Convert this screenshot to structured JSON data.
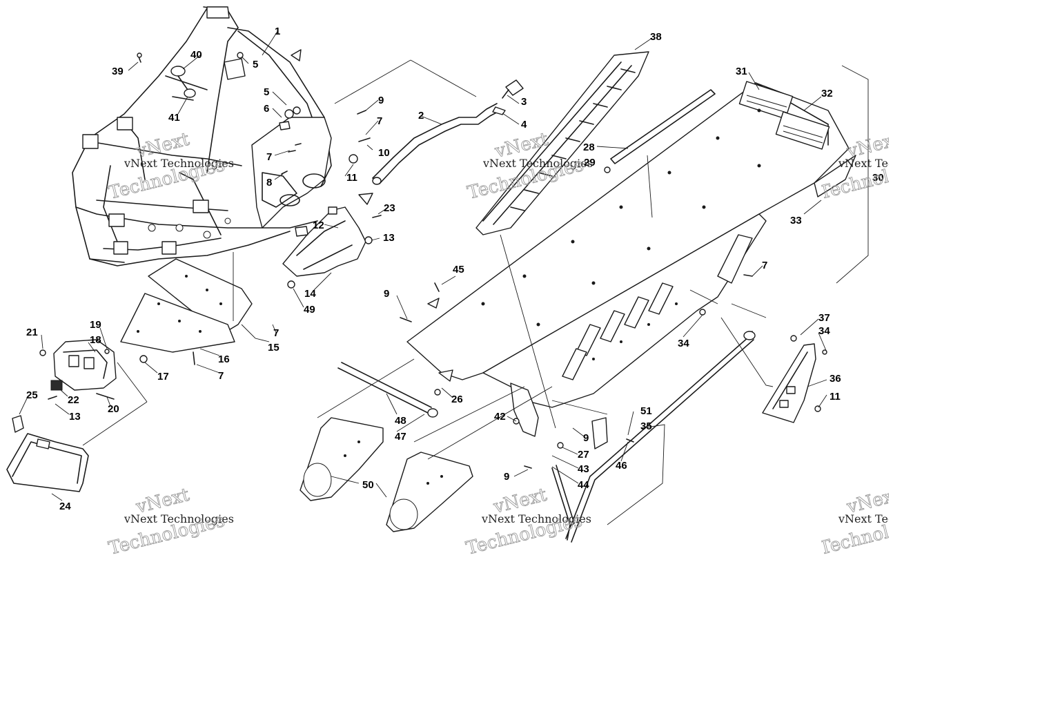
{
  "diagram": {
    "callouts": [
      "1",
      "2",
      "3",
      "4",
      "5",
      "5",
      "6",
      "7",
      "7",
      "8",
      "9",
      "10",
      "11",
      "12",
      "13",
      "14",
      "49",
      "23",
      "39",
      "40",
      "41",
      "38",
      "31",
      "32",
      "28",
      "29",
      "30",
      "33",
      "7",
      "45",
      "9",
      "7",
      "15",
      "16",
      "17",
      "7",
      "19",
      "18",
      "21",
      "22",
      "13",
      "20",
      "25",
      "24",
      "26",
      "48",
      "47",
      "34",
      "37",
      "34",
      "36",
      "11",
      "42",
      "9",
      "27",
      "43",
      "44",
      "51",
      "35",
      "46",
      "9",
      "50"
    ],
    "watermark": {
      "line1": "vNext",
      "line2": "vNext Technologies",
      "line3": "Technologies"
    }
  }
}
